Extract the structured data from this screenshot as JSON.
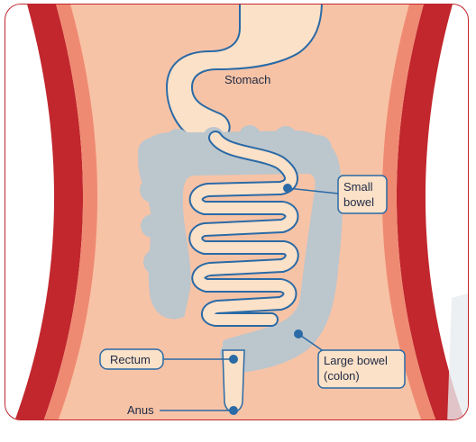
{
  "labels": {
    "stomach": "Stomach",
    "small_bowel_line1": "Small",
    "small_bowel_line2": "bowel",
    "large_bowel_line1": "Large bowel",
    "large_bowel_line2": "(colon)",
    "rectum": "Rectum",
    "anus": "Anus"
  },
  "colors": {
    "skin": "#f7c3a6",
    "outer_band": "#c1272d",
    "inner_band": "#ef8a72",
    "organ_outline": "#2a6aa6",
    "colon_fill": "#bcc6cd",
    "label_fill": "#fbe1c8",
    "frame_border": "#c1272d"
  }
}
